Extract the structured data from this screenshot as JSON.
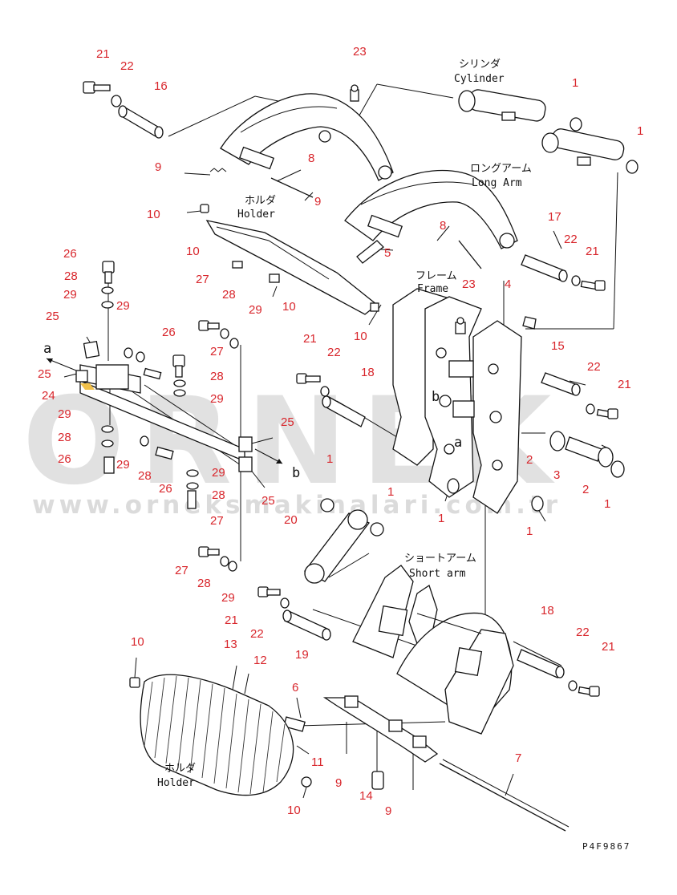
{
  "watermark": {
    "brand": "ORNEK",
    "url": "www.orneksmakinalari.com.tr"
  },
  "labels": {
    "cylinder_jp": "シリンダ",
    "cylinder_en": "Cylinder",
    "long_arm_jp": "ロングアーム",
    "long_arm_en": "Long Arm",
    "holder_top_jp": "ホルダ",
    "holder_top_en": "Holder",
    "frame_jp": "フレーム",
    "frame_en": "Frame",
    "short_arm_jp": "ショートアーム",
    "short_arm_en": "Short arm",
    "holder_bottom_jp": "ホルダ",
    "holder_bottom_en": "Holder",
    "view_a": "a",
    "view_b": "b",
    "drawing_code": "P4F9867"
  },
  "part_numbers": [
    {
      "id": "pn-21-top",
      "text": "21"
    },
    {
      "id": "pn-22-top",
      "text": "22"
    },
    {
      "id": "pn-16",
      "text": "16"
    },
    {
      "id": "pn-23-top",
      "text": "23"
    },
    {
      "id": "pn-1-cyl-a",
      "text": "1"
    },
    {
      "id": "pn-1-cyl-b",
      "text": "1"
    },
    {
      "id": "pn-9-a",
      "text": "9"
    },
    {
      "id": "pn-8-a",
      "text": "8"
    },
    {
      "id": "pn-9-b",
      "text": "9"
    },
    {
      "id": "pn-10-a",
      "text": "10"
    },
    {
      "id": "pn-8-b",
      "text": "8"
    },
    {
      "id": "pn-17",
      "text": "17"
    },
    {
      "id": "pn-22-right",
      "text": "22"
    },
    {
      "id": "pn-21-right",
      "text": "21"
    },
    {
      "id": "pn-26-a",
      "text": "26"
    },
    {
      "id": "pn-10-b",
      "text": "10"
    },
    {
      "id": "pn-5",
      "text": "5"
    },
    {
      "id": "pn-28-a",
      "text": "28"
    },
    {
      "id": "pn-27-a",
      "text": "27"
    },
    {
      "id": "pn-23-mid",
      "text": "23"
    },
    {
      "id": "pn-4",
      "text": "4"
    },
    {
      "id": "pn-29-a",
      "text": "29"
    },
    {
      "id": "pn-10-c",
      "text": "10"
    },
    {
      "id": "pn-25-a",
      "text": "25"
    },
    {
      "id": "pn-29-b",
      "text": "29"
    },
    {
      "id": "pn-28-b",
      "text": "28"
    },
    {
      "id": "pn-29-c",
      "text": "29"
    },
    {
      "id": "pn-10-d",
      "text": "10"
    },
    {
      "id": "pn-26-b",
      "text": "26"
    },
    {
      "id": "pn-27-b",
      "text": "27"
    },
    {
      "id": "pn-21-mid",
      "text": "21"
    },
    {
      "id": "pn-22-mid",
      "text": "22"
    },
    {
      "id": "pn-15",
      "text": "15"
    },
    {
      "id": "pn-25-b",
      "text": "25"
    },
    {
      "id": "pn-28-c",
      "text": "28"
    },
    {
      "id": "pn-18-a",
      "text": "18"
    },
    {
      "id": "pn-22-r2",
      "text": "22"
    },
    {
      "id": "pn-21-r2",
      "text": "21"
    },
    {
      "id": "pn-24",
      "text": "24"
    },
    {
      "id": "pn-29-d",
      "text": "29"
    },
    {
      "id": "pn-29-e",
      "text": "29"
    },
    {
      "id": "pn-25-c",
      "text": "25"
    },
    {
      "id": "pn-28-d",
      "text": "28"
    },
    {
      "id": "pn-29-f",
      "text": "29"
    },
    {
      "id": "pn-2-a",
      "text": "2"
    },
    {
      "id": "pn-3",
      "text": "3"
    },
    {
      "id": "pn-26-c",
      "text": "26"
    },
    {
      "id": "pn-28-e",
      "text": "28"
    },
    {
      "id": "pn-26-d",
      "text": "26"
    },
    {
      "id": "pn-29-g",
      "text": "29"
    },
    {
      "id": "pn-2-b",
      "text": "2"
    },
    {
      "id": "pn-1-mid-a",
      "text": "1"
    },
    {
      "id": "pn-28-f",
      "text": "28"
    },
    {
      "id": "pn-25-d",
      "text": "25"
    },
    {
      "id": "pn-1-mid-b",
      "text": "1"
    },
    {
      "id": "pn-1-right",
      "text": "1"
    },
    {
      "id": "pn-27-c",
      "text": "27"
    },
    {
      "id": "pn-1-frame",
      "text": "1"
    },
    {
      "id": "pn-20",
      "text": "20"
    },
    {
      "id": "pn-1-right2",
      "text": "1"
    },
    {
      "id": "pn-27-d",
      "text": "27"
    },
    {
      "id": "pn-28-g",
      "text": "28"
    },
    {
      "id": "pn-29-h",
      "text": "29"
    },
    {
      "id": "pn-21-low",
      "text": "21"
    },
    {
      "id": "pn-22-low",
      "text": "22"
    },
    {
      "id": "pn-18-b",
      "text": "18"
    },
    {
      "id": "pn-22-low-r",
      "text": "22"
    },
    {
      "id": "pn-21-low-r",
      "text": "21"
    },
    {
      "id": "pn-10-e",
      "text": "10"
    },
    {
      "id": "pn-13",
      "text": "13"
    },
    {
      "id": "pn-12",
      "text": "12"
    },
    {
      "id": "pn-19",
      "text": "19"
    },
    {
      "id": "pn-6",
      "text": "6"
    },
    {
      "id": "pn-7",
      "text": "7"
    },
    {
      "id": "pn-11",
      "text": "11"
    },
    {
      "id": "pn-9-c",
      "text": "9"
    },
    {
      "id": "pn-14",
      "text": "14"
    },
    {
      "id": "pn-9-d",
      "text": "9"
    },
    {
      "id": "pn-10-f",
      "text": "10"
    }
  ]
}
